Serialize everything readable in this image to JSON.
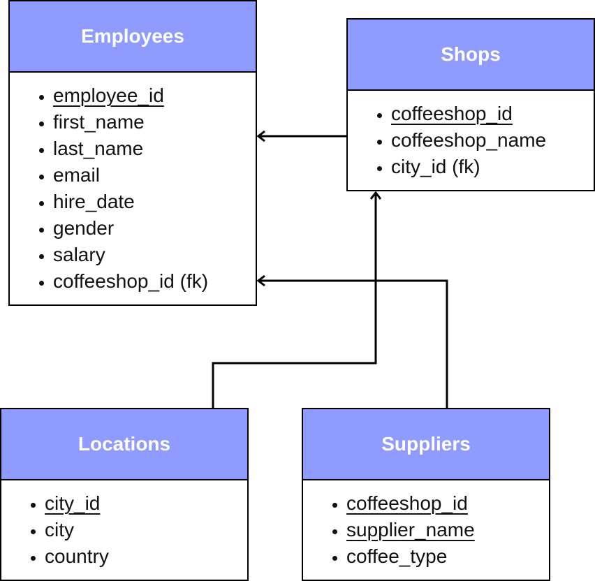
{
  "entities": {
    "employees": {
      "title": "Employees",
      "fields": [
        {
          "name": "employee_id",
          "pk": true
        },
        {
          "name": "first_name",
          "pk": false
        },
        {
          "name": "last_name",
          "pk": false
        },
        {
          "name": "email",
          "pk": false
        },
        {
          "name": "hire_date",
          "pk": false
        },
        {
          "name": "gender",
          "pk": false
        },
        {
          "name": "salary",
          "pk": false
        },
        {
          "name": "coffeeshop_id (fk)",
          "pk": false
        }
      ]
    },
    "shops": {
      "title": "Shops",
      "fields": [
        {
          "name": "coffeeshop_id",
          "pk": true
        },
        {
          "name": "coffeeshop_name",
          "pk": false
        },
        {
          "name": "city_id (fk)",
          "pk": false
        }
      ]
    },
    "locations": {
      "title": "Locations",
      "fields": [
        {
          "name": "city_id",
          "pk": true
        },
        {
          "name": "city",
          "pk": false
        },
        {
          "name": "country",
          "pk": false
        }
      ]
    },
    "suppliers": {
      "title": "Suppliers",
      "fields": [
        {
          "name": "coffeeshop_id",
          "pk": true
        },
        {
          "name": "supplier_name",
          "pk": true
        },
        {
          "name": "coffee_type",
          "pk": false
        }
      ]
    }
  },
  "colors": {
    "header_fill": "#8f9bff",
    "header_text": "#ffffff",
    "border": "#000000"
  }
}
